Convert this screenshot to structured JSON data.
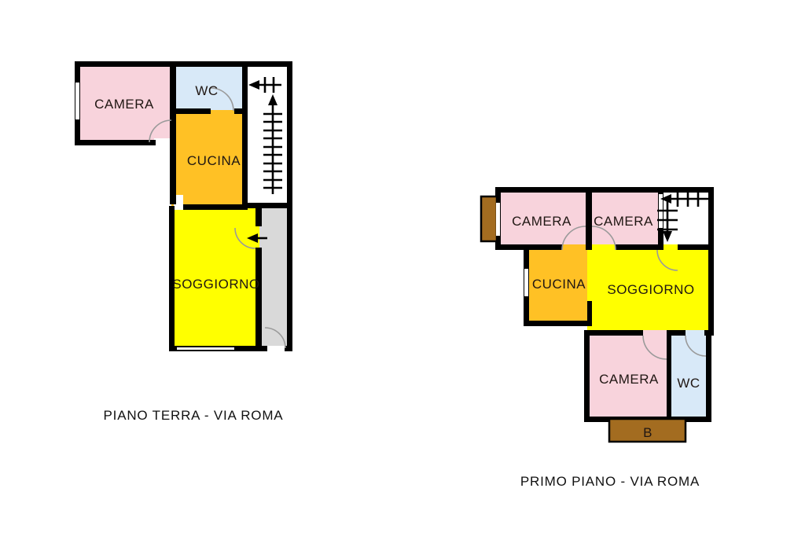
{
  "document": {
    "type": "floor-plan-drawing",
    "background": "#ffffff"
  },
  "colors": {
    "wall": "#000000",
    "camera_pink": "#F8D3DC",
    "wc_blue": "#D8E9F8",
    "cucina_orange": "#FFC125",
    "soggiorno_yellow": "#FFFF00",
    "corridor_gray": "#D9D9D9",
    "balcony_brown": "#A36C20",
    "door_arc": "#9A9A9A",
    "stairwell_white": "#FFFFFF"
  },
  "ground_floor": {
    "title": "PIANO TERRA - VIA ROMA",
    "stairs_direction": "up",
    "rooms": {
      "camera": "CAMERA",
      "wc": "WC",
      "cucina": "CUCINA",
      "soggiorno": "SOGGIORNO"
    }
  },
  "first_floor": {
    "title": "PRIMO PIANO - VIA ROMA",
    "stairs_direction": "down",
    "rooms": {
      "camera1": "CAMERA",
      "camera2": "CAMERA",
      "cucina": "CUCINA",
      "soggiorno": "SOGGIORNO",
      "camera3": "CAMERA",
      "wc": "WC"
    },
    "balcony_label": "B"
  }
}
